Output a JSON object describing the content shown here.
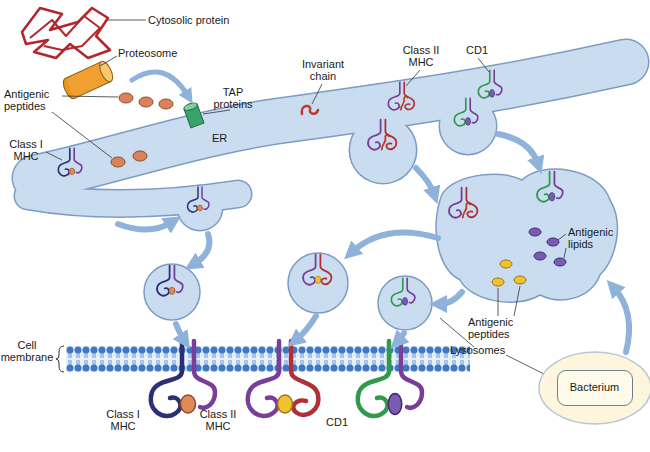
{
  "diagram": {
    "nodes": [
      {
        "text": [
          "ER"
        ]
      },
      {
        "text": [
          "Cell membrane"
        ]
      },
      {
        "text": [
          "Bacterium"
        ]
      }
    ],
    "labels": [
      "Cytosolic protein",
      "Proteosome",
      "Invariant chain",
      "Class II MHC",
      "CD1",
      "Antigenic peptides",
      "TAP proteins",
      "Class I MHC",
      "Antigenic lipids",
      "Antigenic peptides",
      "Lysosomes",
      "Class I MHC",
      "Class II MHC",
      "CD1"
    ]
  }
}
